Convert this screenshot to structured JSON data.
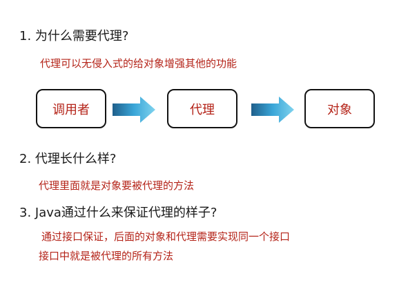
{
  "q1": {
    "text": "1.  为什么需要代理?"
  },
  "a1": {
    "text": "代理可以无侵入式的给对象增强其他的功能"
  },
  "diagram": {
    "box1": "调用者",
    "box2": "代理",
    "box3": "对象",
    "arrow_colors": {
      "start": "#1f5f8b",
      "mid": "#3aa6d8",
      "end": "#7fd3ee"
    }
  },
  "q2": {
    "text": "2.  代理长什么样?"
  },
  "a2": {
    "text": "代理里面就是对象要被代理的方法"
  },
  "q3": {
    "text": "3.  Java通过什么来保证代理的样子?"
  },
  "a3": {
    "line1": "通过接口保证，后面的对象和代理需要实现同一个接口",
    "line2": "接口中就是被代理的所有方法"
  }
}
